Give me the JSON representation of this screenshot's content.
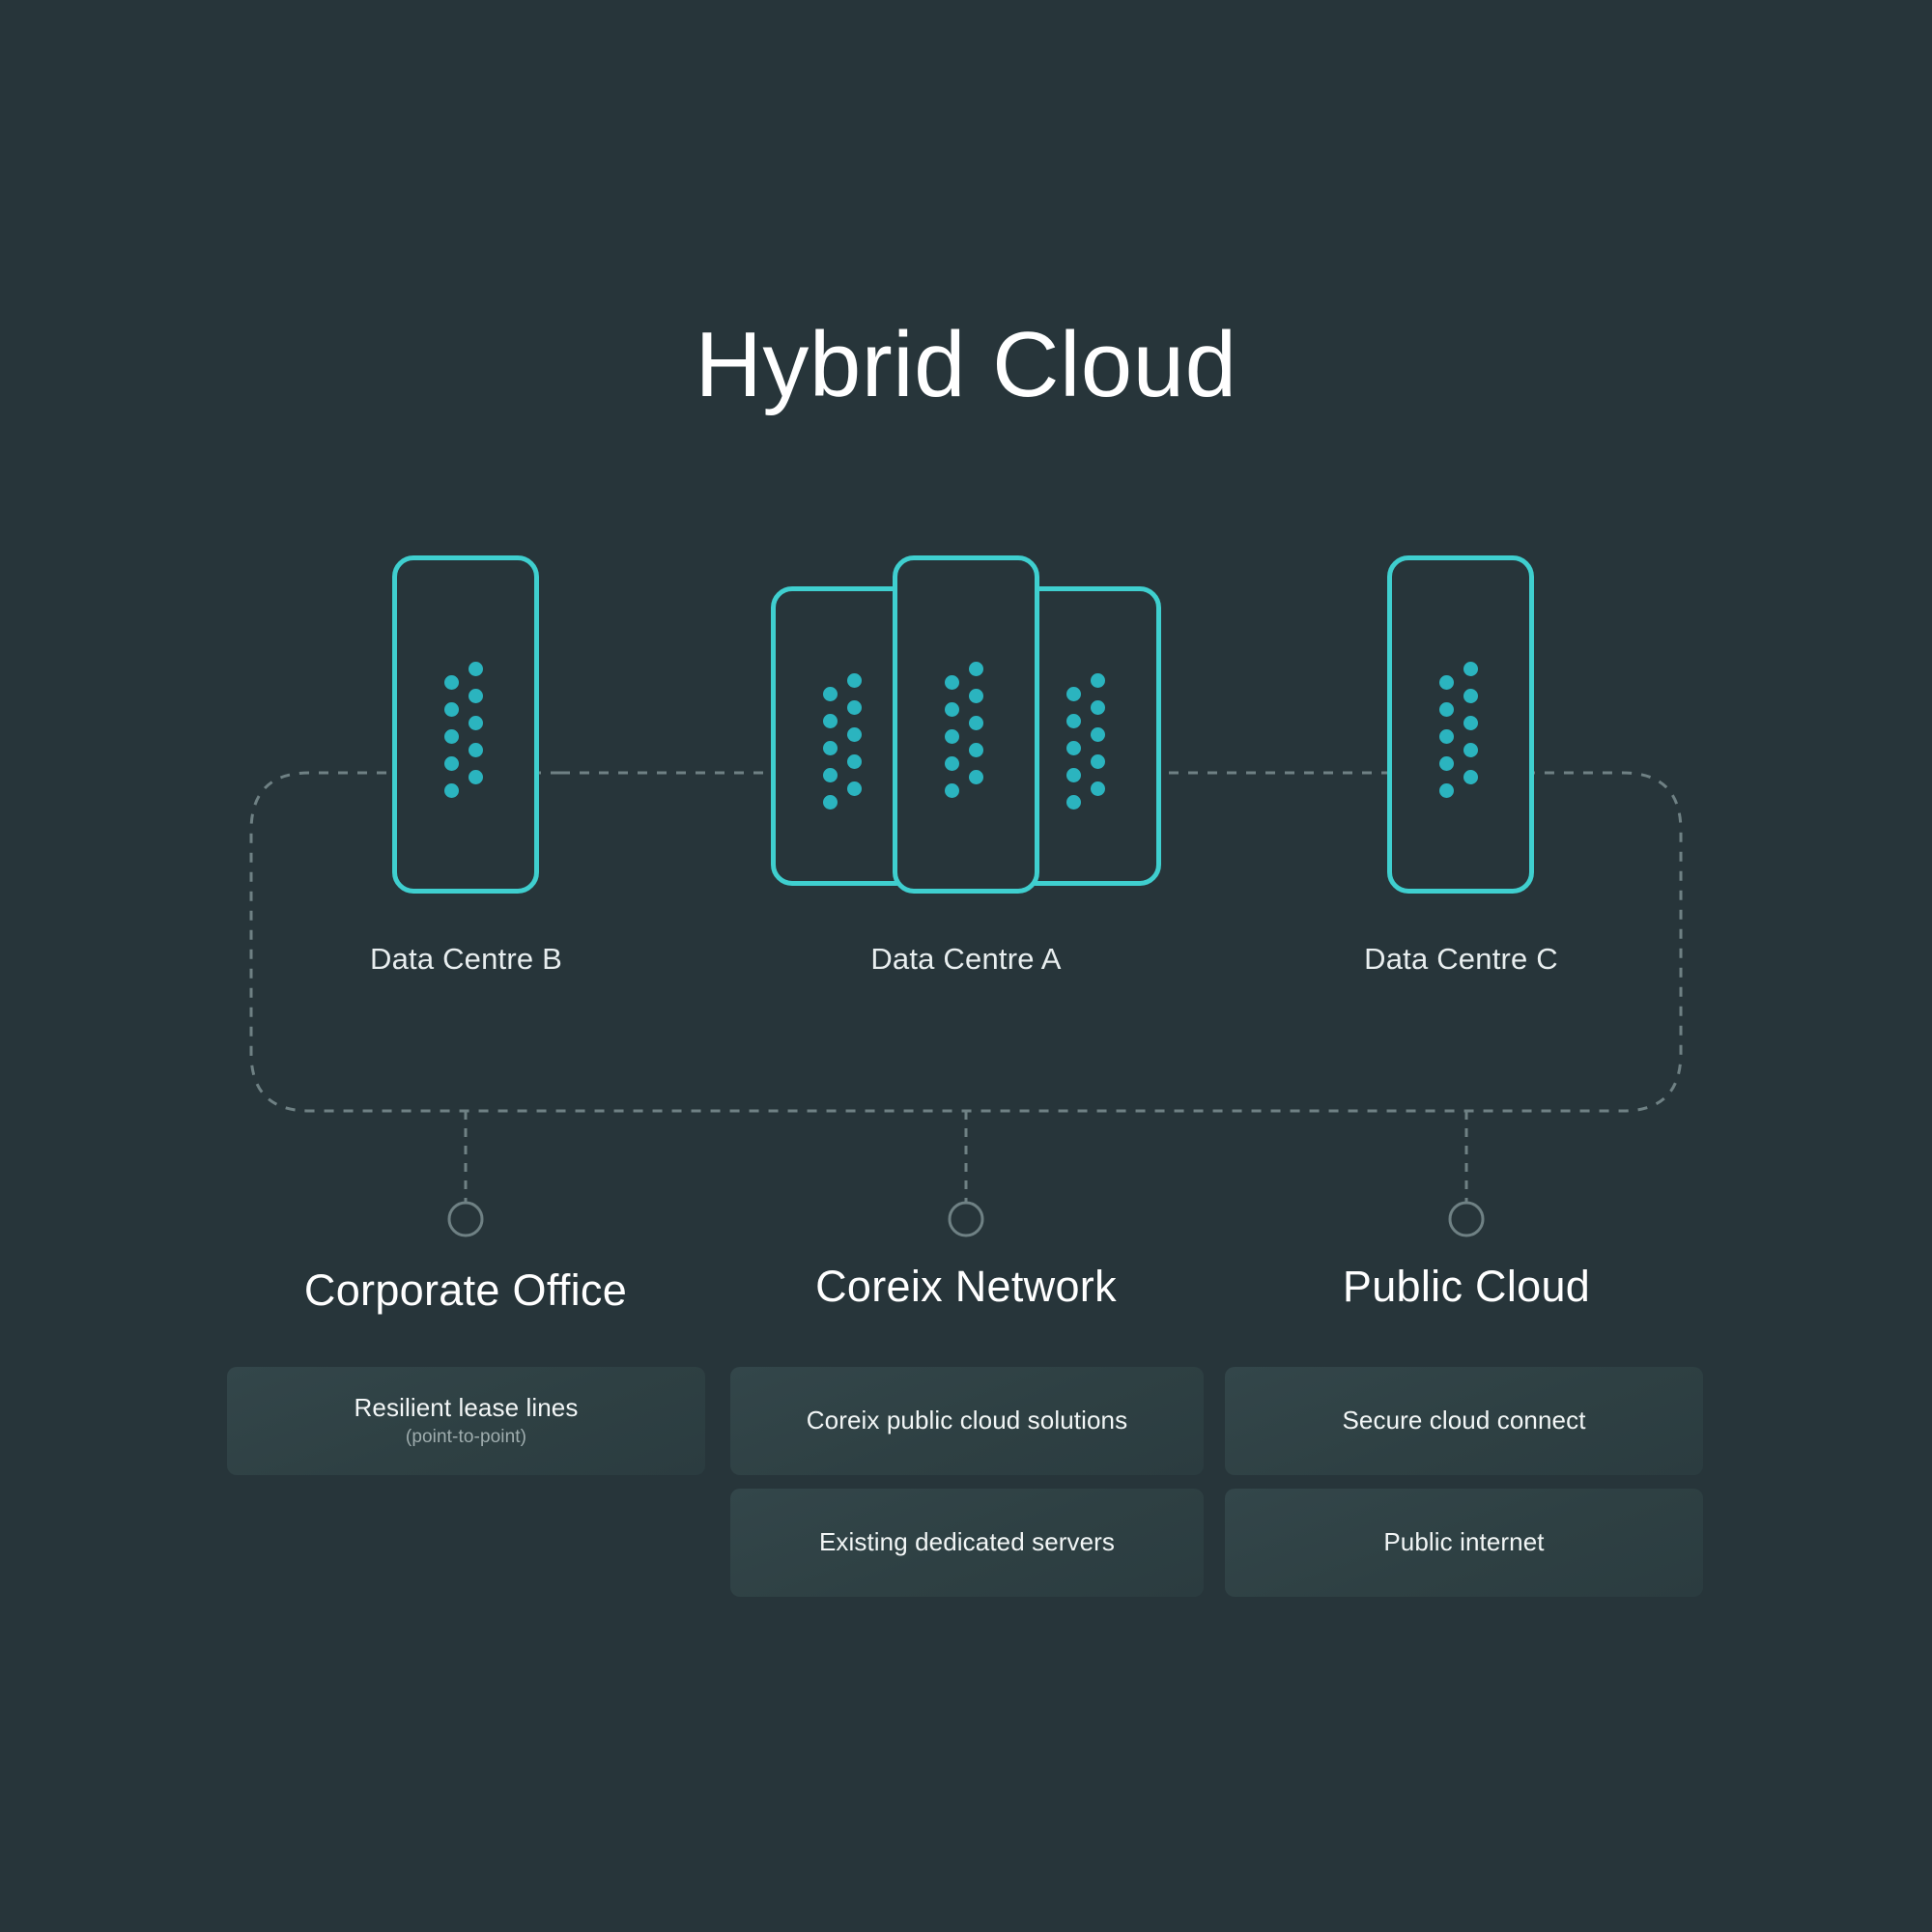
{
  "title": "Hybrid Cloud",
  "colors": {
    "background": "#27353a",
    "card_border": "#3fcfcf",
    "dot": "#2bb4bf",
    "dashed_line": "#6f8184",
    "heading_text": "#ffffff",
    "pill_background": "#2f4245",
    "pill_subtext": "#9fadae"
  },
  "data_centres": [
    {
      "id": "dc-b",
      "label": "Data Centre B",
      "cards": 1
    },
    {
      "id": "dc-a",
      "label": "Data Centre A",
      "cards": 3
    },
    {
      "id": "dc-c",
      "label": "Data Centre C",
      "cards": 1
    }
  ],
  "sections": [
    {
      "id": "corporate-office",
      "heading": "Corporate Office",
      "items": [
        {
          "title": "Resilient lease lines",
          "subtitle": "(point-to-point)"
        }
      ]
    },
    {
      "id": "coreix-network",
      "heading": "Coreix Network",
      "items": [
        {
          "title": "Coreix public cloud solutions",
          "subtitle": ""
        },
        {
          "title": "Existing dedicated servers",
          "subtitle": ""
        }
      ]
    },
    {
      "id": "public-cloud",
      "heading": "Public Cloud",
      "items": [
        {
          "title": "Secure cloud connect",
          "subtitle": ""
        },
        {
          "title": "Public internet",
          "subtitle": ""
        }
      ]
    }
  ],
  "diagram_data": {
    "type": "network-topology",
    "description": "Hybrid cloud topology: three data centres linked by a dashed backbone boundary which drops to three downstream connection categories.",
    "nodes": [
      "Data Centre B",
      "Data Centre A",
      "Data Centre C",
      "Corporate Office",
      "Coreix Network",
      "Public Cloud"
    ],
    "links": [
      {
        "from": "Data Centre B",
        "to": "Data Centre A",
        "style": "dashed"
      },
      {
        "from": "Data Centre A",
        "to": "Data Centre C",
        "style": "dashed"
      },
      {
        "from": "backbone",
        "to": "Corporate Office",
        "style": "dashed",
        "endpoint": "circle"
      },
      {
        "from": "backbone",
        "to": "Coreix Network",
        "style": "dashed",
        "endpoint": "circle"
      },
      {
        "from": "backbone",
        "to": "Public Cloud",
        "style": "dashed",
        "endpoint": "circle"
      }
    ]
  }
}
